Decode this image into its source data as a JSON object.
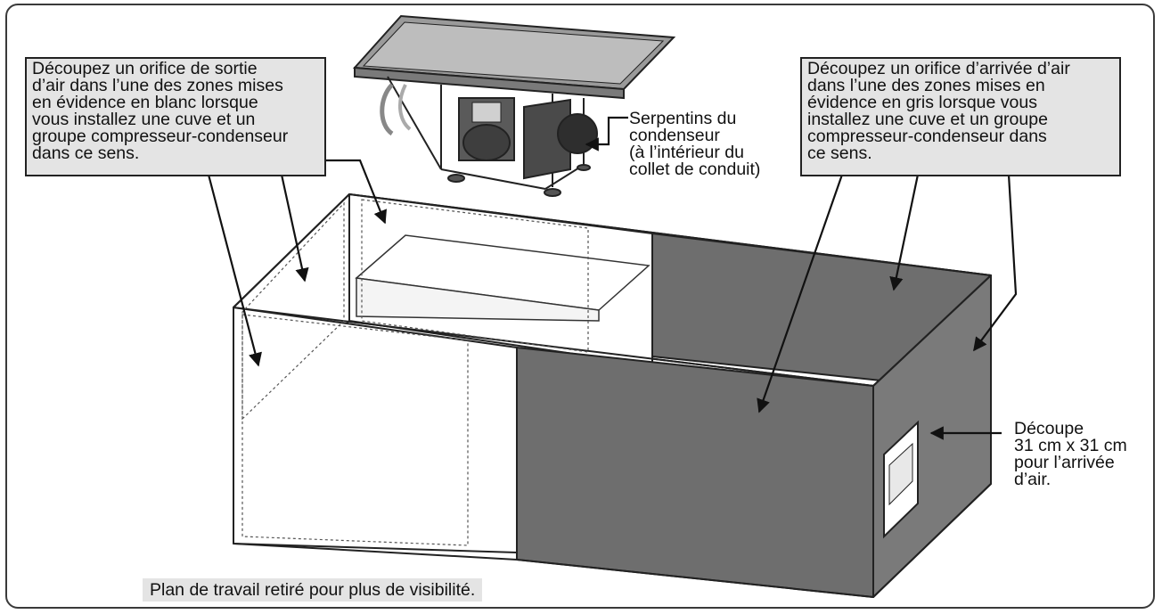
{
  "callouts": {
    "left": "Découpez un orifice de sortie\nd’air dans l’une des zones mises\nen évidence en blanc lorsque\nvous installez une cuve et un\ngroupe compresseur-condenseur\ndans ce sens.",
    "right": "Découpez un orifice d’arrivée d’air\ndans l’une des zones mises en\névidence en gris lorsque vous\ninstallez une cuve et un groupe\ncompresseur-condenseur dans\nce sens."
  },
  "labels": {
    "condenser": "Serpentins du\ncondenseur\n(à l’intérieur du\ncollet de conduit)",
    "cutout": "Découpe\n31 cm x 31 cm\npour l’arrivée\nd’air."
  },
  "footer_note": "Plan de travail retiré pour plus de visibilité.",
  "colors": {
    "gray_zone": "#6e6e6e",
    "callout_bg": "#e4e4e4",
    "outline": "#222222"
  }
}
